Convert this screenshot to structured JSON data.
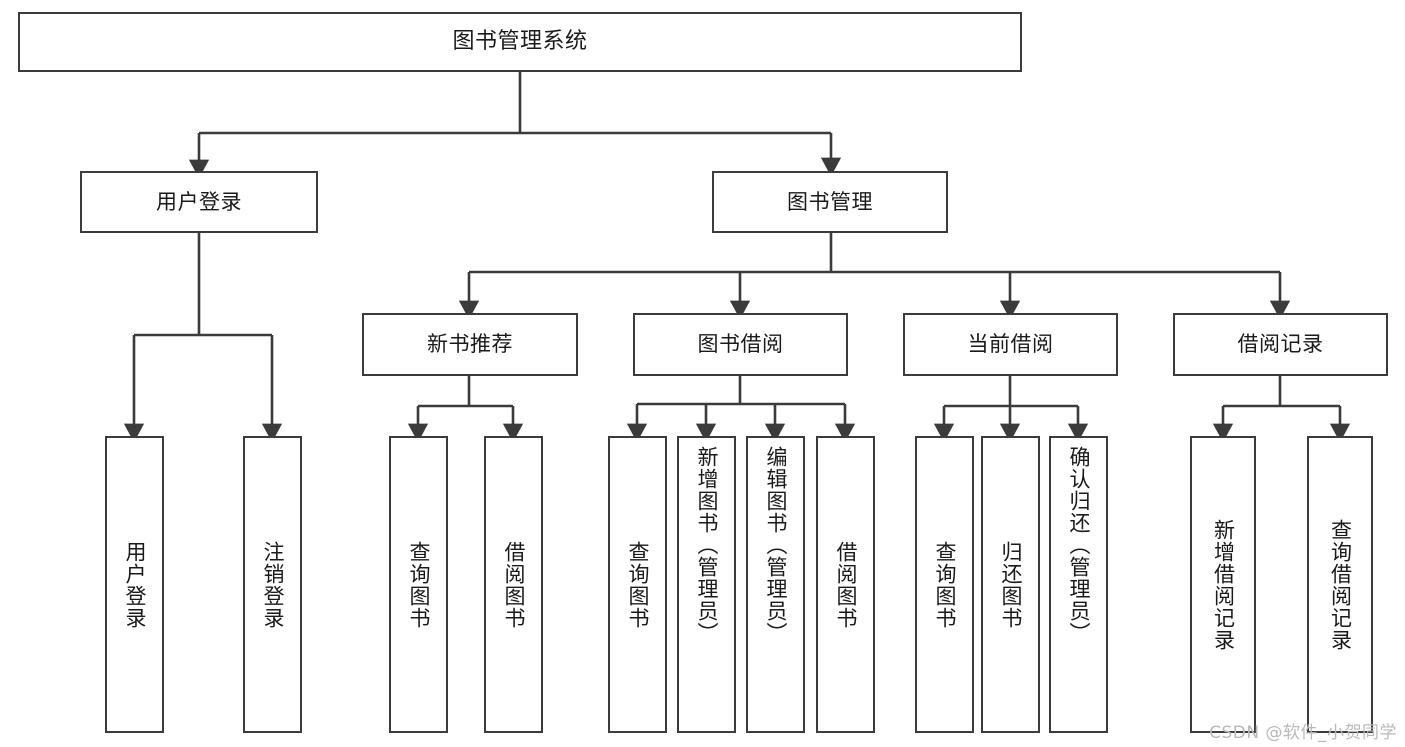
{
  "chart_data": {
    "type": "diagram",
    "diagram_kind": "hierarchy-tree",
    "title": "图书管理系统",
    "orientation": "top-down",
    "levels": 4,
    "node_count": 20,
    "edge_style": "orthogonal-elbow-with-arrowheads",
    "colors": {
      "node_border": "#3b3b3b",
      "node_fill": "#ffffff",
      "edge": "#3b3b3b",
      "text": "#1a1a1a",
      "background": "#ffffff",
      "watermark": "#b9b9b9"
    },
    "nodes": [
      {
        "id": "root",
        "label": "图书管理系统",
        "level": 0,
        "orientation": "horizontal"
      },
      {
        "id": "login",
        "label": "用户登录",
        "level": 1,
        "orientation": "horizontal"
      },
      {
        "id": "book_mgmt",
        "label": "图书管理",
        "level": 1,
        "orientation": "horizontal"
      },
      {
        "id": "new_rec",
        "label": "新书推荐",
        "level": 2,
        "orientation": "horizontal"
      },
      {
        "id": "borrow",
        "label": "图书借阅",
        "level": 2,
        "orientation": "horizontal"
      },
      {
        "id": "current",
        "label": "当前借阅",
        "level": 2,
        "orientation": "horizontal"
      },
      {
        "id": "record",
        "label": "借阅记录",
        "level": 2,
        "orientation": "horizontal"
      },
      {
        "id": "leaf_user_login",
        "label": "用户登录",
        "level": 2,
        "orientation": "vertical"
      },
      {
        "id": "leaf_logout",
        "label": "注销登录",
        "level": 2,
        "orientation": "vertical"
      },
      {
        "id": "leaf_query_book_1",
        "label": "查询图书",
        "level": 3,
        "orientation": "vertical"
      },
      {
        "id": "leaf_borrow_book_1",
        "label": "借阅图书",
        "level": 3,
        "orientation": "vertical"
      },
      {
        "id": "leaf_query_book_2",
        "label": "查询图书",
        "level": 3,
        "orientation": "vertical"
      },
      {
        "id": "leaf_add_book",
        "label": "新增图书（管理员）",
        "level": 3,
        "orientation": "vertical"
      },
      {
        "id": "leaf_edit_book",
        "label": "编辑图书（管理员）",
        "level": 3,
        "orientation": "vertical"
      },
      {
        "id": "leaf_borrow_book_2",
        "label": "借阅图书",
        "level": 3,
        "orientation": "vertical"
      },
      {
        "id": "leaf_query_book_3",
        "label": "查询图书",
        "level": 3,
        "orientation": "vertical"
      },
      {
        "id": "leaf_return_book",
        "label": "归还图书",
        "level": 3,
        "orientation": "vertical"
      },
      {
        "id": "leaf_confirm_return",
        "label": "确认归还（管理员）",
        "level": 3,
        "orientation": "vertical"
      },
      {
        "id": "leaf_add_record",
        "label": "新增借阅记录",
        "level": 3,
        "orientation": "vertical"
      },
      {
        "id": "leaf_query_record",
        "label": "查询借阅记录",
        "level": 3,
        "orientation": "vertical"
      }
    ],
    "edges": [
      {
        "from": "root",
        "to": "login"
      },
      {
        "from": "root",
        "to": "book_mgmt"
      },
      {
        "from": "login",
        "to": "leaf_user_login"
      },
      {
        "from": "login",
        "to": "leaf_logout"
      },
      {
        "from": "book_mgmt",
        "to": "new_rec"
      },
      {
        "from": "book_mgmt",
        "to": "borrow"
      },
      {
        "from": "book_mgmt",
        "to": "current"
      },
      {
        "from": "book_mgmt",
        "to": "record"
      },
      {
        "from": "new_rec",
        "to": "leaf_query_book_1"
      },
      {
        "from": "new_rec",
        "to": "leaf_borrow_book_1"
      },
      {
        "from": "borrow",
        "to": "leaf_query_book_2"
      },
      {
        "from": "borrow",
        "to": "leaf_add_book"
      },
      {
        "from": "borrow",
        "to": "leaf_edit_book"
      },
      {
        "from": "borrow",
        "to": "leaf_borrow_book_2"
      },
      {
        "from": "current",
        "to": "leaf_query_book_3"
      },
      {
        "from": "current",
        "to": "leaf_return_book"
      },
      {
        "from": "current",
        "to": "leaf_confirm_return"
      },
      {
        "from": "record",
        "to": "leaf_add_record"
      },
      {
        "from": "record",
        "to": "leaf_query_record"
      }
    ]
  },
  "nodes": {
    "root": "图书管理系统",
    "login": "用户登录",
    "book_mgmt": "图书管理",
    "new_rec": "新书推荐",
    "borrow": "图书借阅",
    "current": "当前借阅",
    "record": "借阅记录",
    "leaf_user_login": "用户登录",
    "leaf_logout": "注销登录",
    "leaf_query_book_1": "查询图书",
    "leaf_borrow_book_1": "借阅图书",
    "leaf_query_book_2": "查询图书",
    "leaf_add_book": "新增图书（管理员）",
    "leaf_edit_book": "编辑图书（管理员）",
    "leaf_borrow_book_2": "借阅图书",
    "leaf_query_book_3": "查询图书",
    "leaf_return_book": "归还图书",
    "leaf_confirm_return": "确认归还（管理员）",
    "leaf_add_record": "新增借阅记录",
    "leaf_query_record": "查询借阅记录"
  },
  "watermark": {
    "text": "CSDN @软件_小贺同学"
  }
}
